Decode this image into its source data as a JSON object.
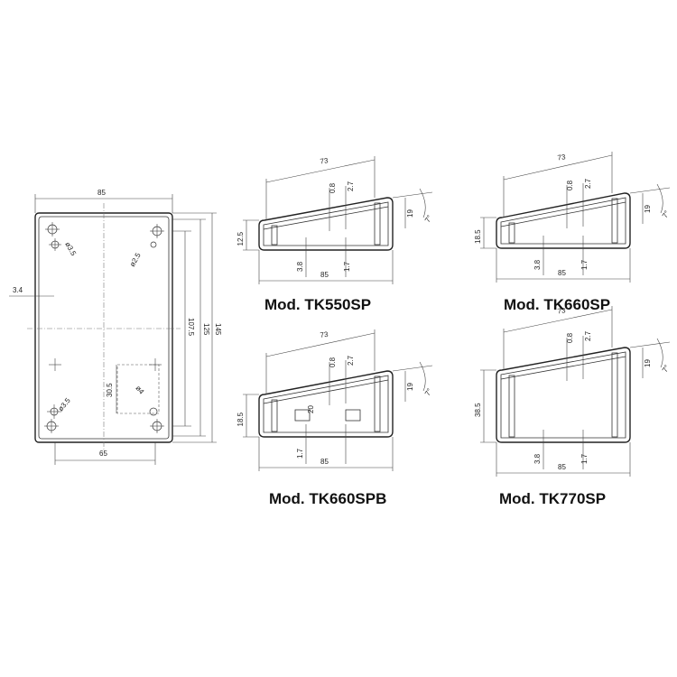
{
  "plan": {
    "dims": {
      "width_top": "85",
      "width_bottom": "65",
      "length": "145",
      "length_inner": "125",
      "pitch": "107.5",
      "offset": "3.4",
      "window_h": "30.5",
      "dia_a": "ø3.5",
      "dia_b": "ø2.5",
      "dia_c": "ø3.5",
      "dia_d": "ø4"
    }
  },
  "sections": [
    {
      "caption": "Mod. TK550SP",
      "dims": {
        "top": "73",
        "t1": "0.8",
        "t2": "2.7",
        "angle": "7°",
        "right_h": "19",
        "left_h": "12.5",
        "bottom": "85",
        "f1": "3.8",
        "f2": "1.7"
      }
    },
    {
      "caption": "Mod. TK660SP",
      "dims": {
        "top": "73",
        "t1": "0.8",
        "t2": "2.7",
        "angle": "7°",
        "right_h": "19",
        "left_h": "18.5",
        "bottom": "85",
        "f1": "3.8",
        "f2": "1.7"
      }
    },
    {
      "caption": "Mod. TK660SPB",
      "dims": {
        "top": "73",
        "t1": "0.8",
        "t2": "2.7",
        "angle": "7°",
        "right_h": "19",
        "left_h": "18.5",
        "bottom": "85",
        "f1": "1.7",
        "inner_h": "20"
      }
    },
    {
      "caption": "Mod. TK770SP",
      "dims": {
        "top": "73",
        "t1": "0.8",
        "t2": "2.7",
        "angle": "7°",
        "right_h": "19",
        "left_h": "38.5",
        "bottom": "85",
        "f1": "3.8",
        "f2": "1.7"
      }
    }
  ]
}
